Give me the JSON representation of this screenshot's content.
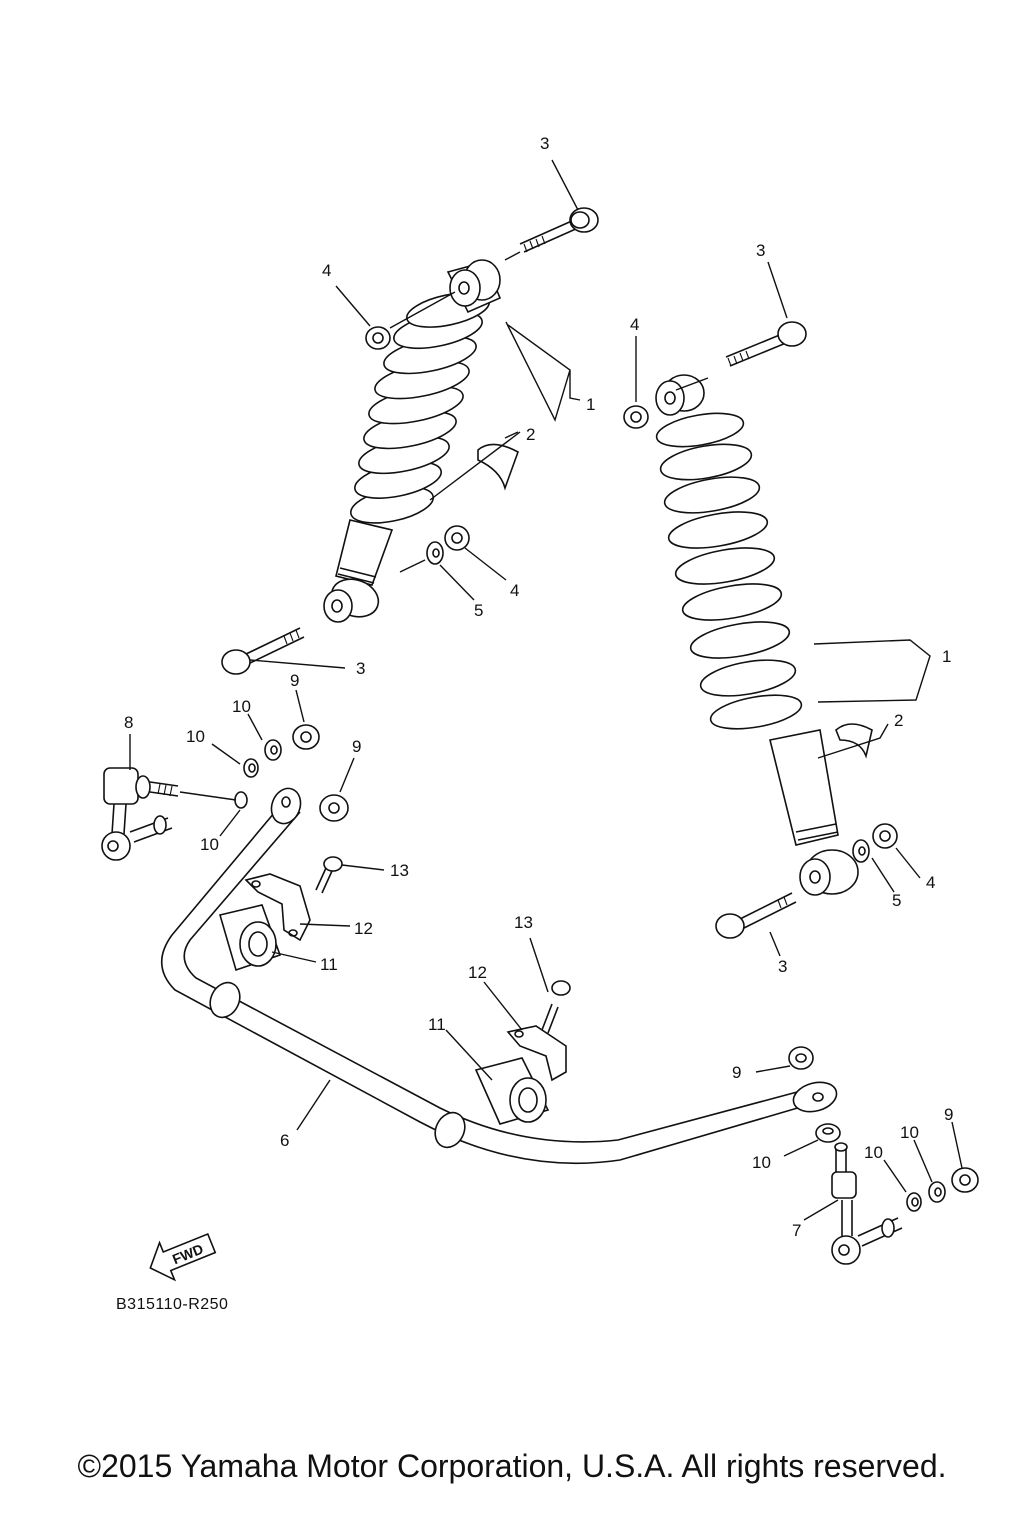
{
  "callouts": {
    "a_3": "3",
    "a_4": "4",
    "a_1": "1",
    "a_2": "2",
    "a_4b": "4",
    "a_5": "5",
    "a_3b": "3",
    "b_3": "3",
    "b_4": "4",
    "b_1": "1",
    "b_2": "2",
    "b_5": "5",
    "b_4b": "4",
    "b_3b": "3",
    "c_8": "8",
    "c_10a": "10",
    "c_9a": "9",
    "c_10b": "10",
    "c_9b": "9",
    "c_10c": "10",
    "c_13": "13",
    "c_12": "12",
    "c_11": "11",
    "d_13": "13",
    "d_12": "12",
    "d_11": "11",
    "d_6": "6",
    "e_9a": "9",
    "e_10a": "10",
    "e_10b": "10",
    "e_10c": "10",
    "e_9b": "9",
    "e_7": "7"
  },
  "fwd_label": "FWD",
  "diagram_code": "B315110-R250",
  "copyright": "©2015 Yamaha Motor Corporation, U.S.A. All rights reserved."
}
